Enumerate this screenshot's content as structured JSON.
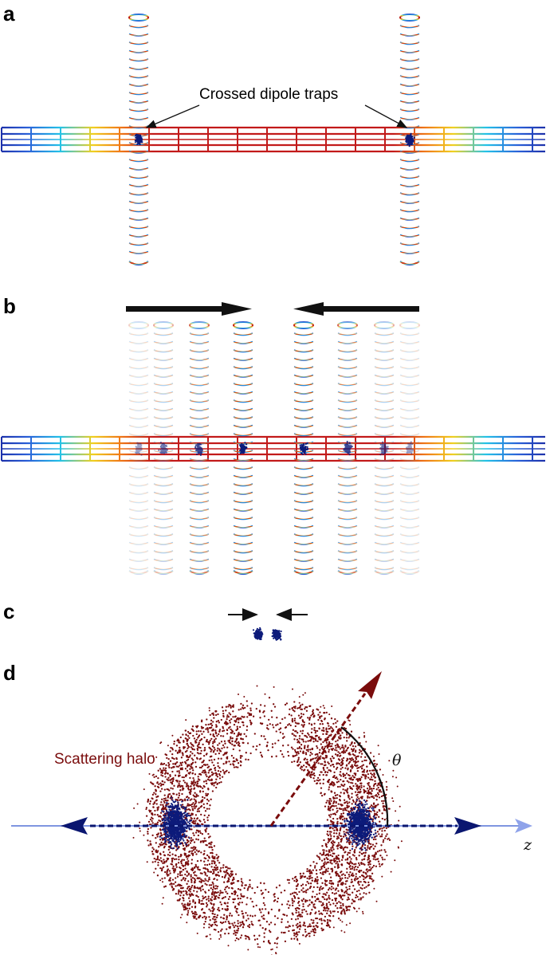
{
  "panels": {
    "a": {
      "label": "a",
      "annotation": "Crossed dipole traps"
    },
    "b": {
      "label": "b"
    },
    "c": {
      "label": "c"
    },
    "d": {
      "label": "d",
      "halo_label": "Scattering halo",
      "angle_label": "θ",
      "axis_label": "z"
    }
  },
  "colors": {
    "trap_cold": "#1c2fa8",
    "trap_hot": "#b4121b",
    "atom_cloud": "#0d1b7a",
    "halo": "#7a0c0c",
    "axis_line": "#7f95e0",
    "arrow_dark": "#111111"
  }
}
